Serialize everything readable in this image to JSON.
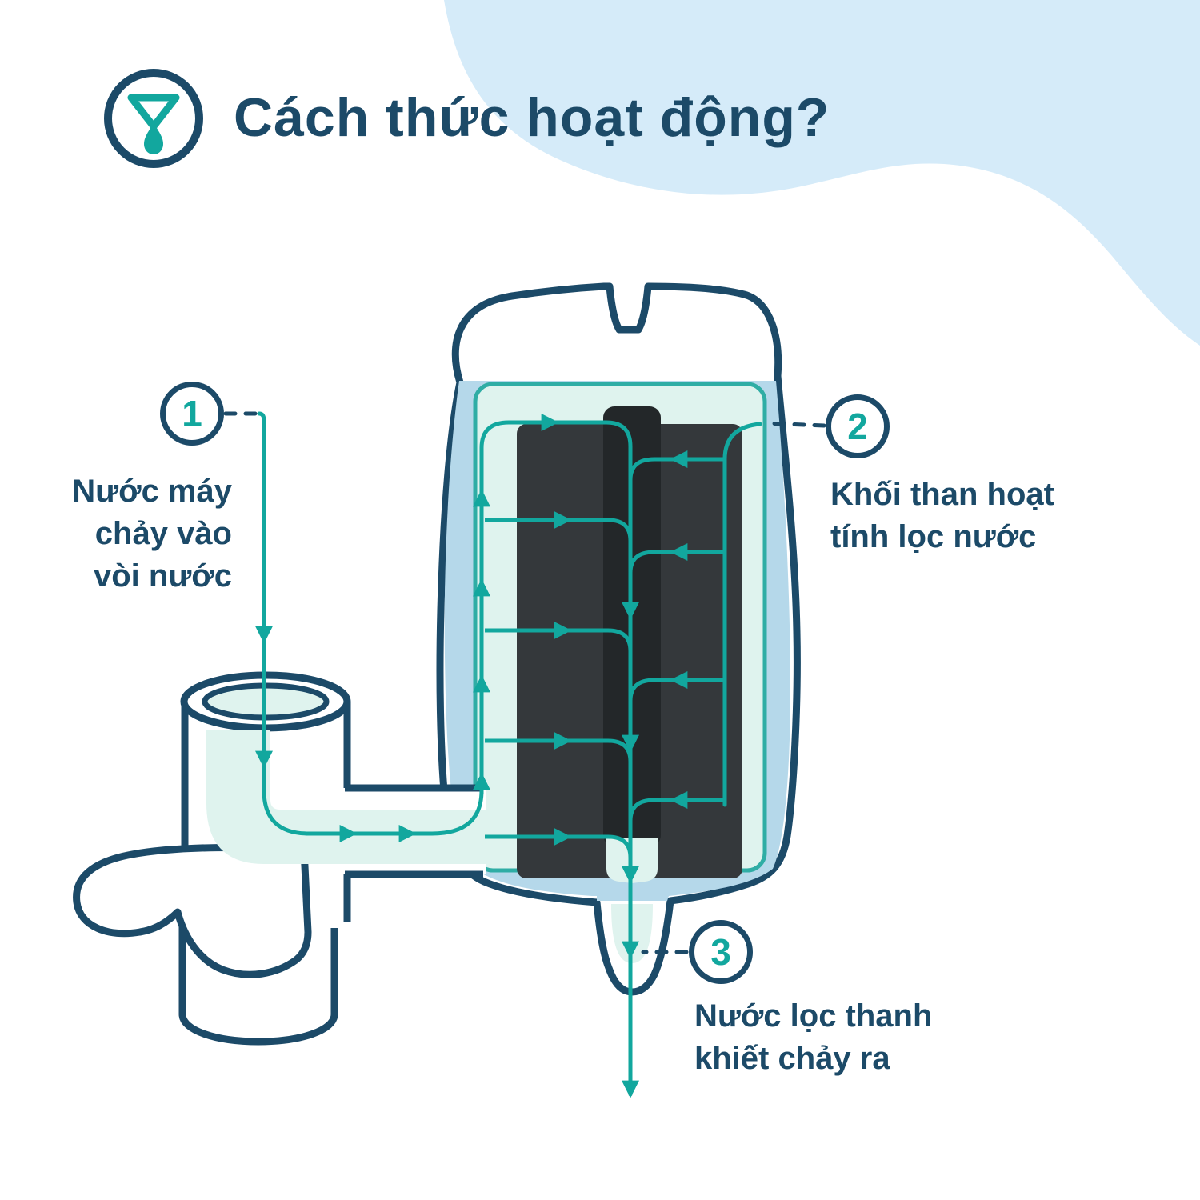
{
  "header": {
    "title": "Cách thức hoạt động?",
    "brand_icon": "water-funnel-drop-icon"
  },
  "callouts": {
    "c1": {
      "number": "1",
      "label": "Nước máy\nchảy vào\nvòi nước"
    },
    "c2": {
      "number": "2",
      "label": "Khối than hoạt\ntính lọc nước"
    },
    "c3": {
      "number": "3",
      "label": "Nước lọc thanh\nkhiết chảy ra"
    }
  },
  "diagram": {
    "description": "faucet-mounted-water-filter-flow-diagram",
    "flow_steps": [
      "tap water enters faucet",
      "activated carbon block filters water",
      "purified water flows out"
    ]
  },
  "colors": {
    "navy": "#1c4a68",
    "teal": "#12a79e",
    "blob_blue": "#d5ebf9",
    "housing_blue": "#b5d8ea",
    "water_mint": "#dff3ee",
    "carbon": "#34383b",
    "carbon_center": "#232729"
  }
}
